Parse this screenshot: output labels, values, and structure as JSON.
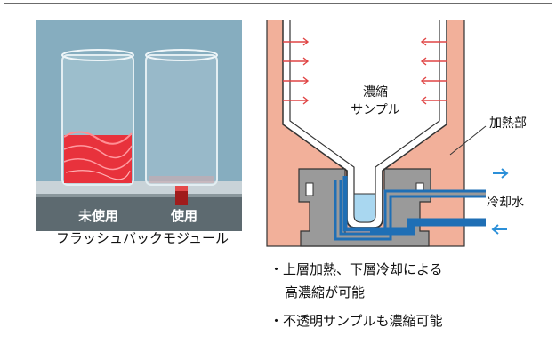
{
  "photo": {
    "left_tube_label": "未使用",
    "right_tube_label": "使用",
    "caption": "フラッシュバックモジュール"
  },
  "diagram": {
    "sample_label_line1": "濃縮",
    "sample_label_line2": "サンプル",
    "heating_label": "加熱部",
    "cooling_label": "冷却水"
  },
  "bullets": {
    "line1": "・上層加熱、下層冷却による",
    "line2": "高濃縮が可能",
    "line3": "・不透明サンプルも濃縮可能"
  },
  "colors": {
    "heater_fill": "#f2b09a",
    "heater_arrow": "#e04545",
    "coolant": "#1f6fb5",
    "coolant_arrow": "#2b8fd8",
    "sample_liquid": "#a9d7f0",
    "block_gray": "#9a9a9a"
  }
}
